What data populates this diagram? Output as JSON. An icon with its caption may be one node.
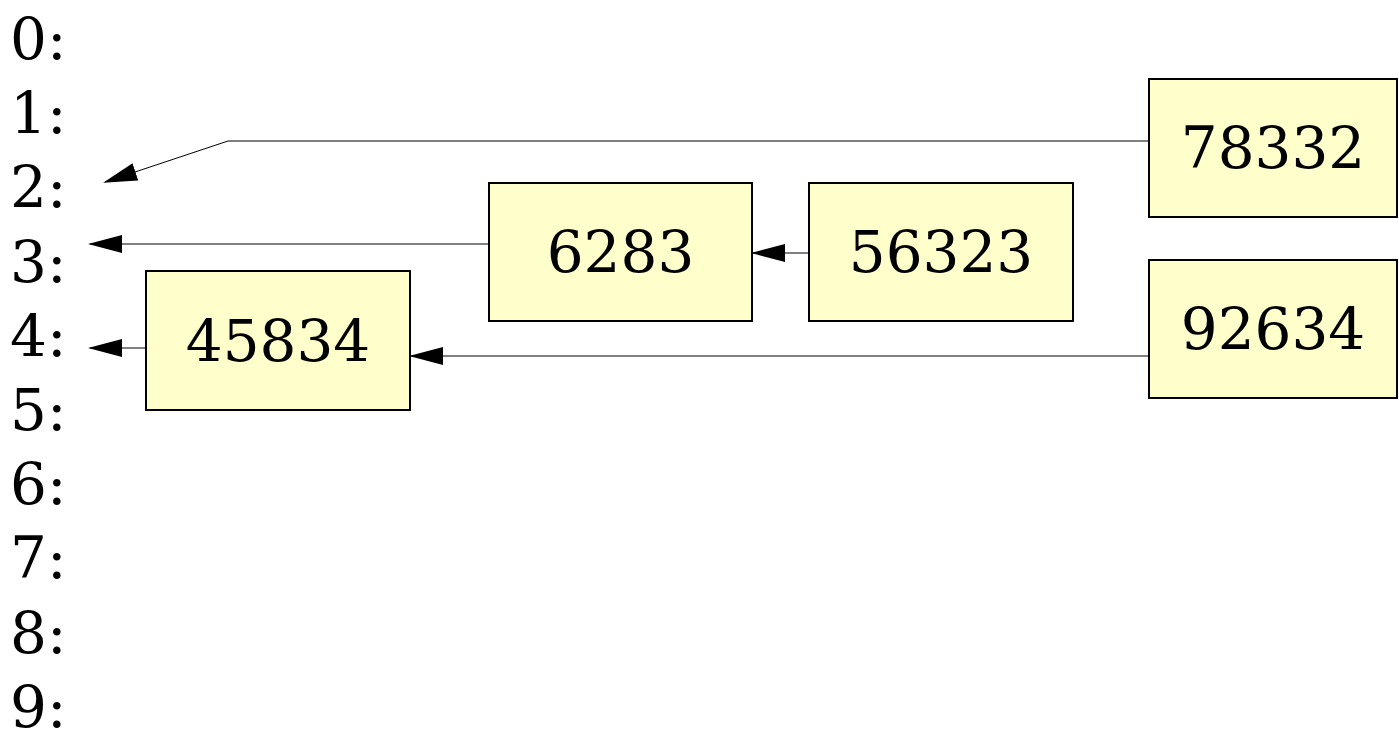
{
  "diagram": {
    "nodes": [
      {
        "text": [
          "2:"
        ]
      },
      {
        "text": [
          "3:"
        ]
      },
      {
        "text": [
          "4:"
        ]
      },
      {
        "text": [
          "78332"
        ]
      },
      {
        "text": [
          "6283"
        ]
      },
      {
        "text": [
          "56323"
        ]
      },
      {
        "text": [
          "45834"
        ]
      },
      {
        "text": [
          "92634"
        ]
      }
    ],
    "edges": [
      {
        "from": 3,
        "to": 0,
        "arrow": "to"
      },
      {
        "from": 4,
        "to": 1,
        "arrow": "to"
      },
      {
        "from": 5,
        "to": 4,
        "arrow": "to"
      },
      {
        "from": 6,
        "to": 2,
        "arrow": "to"
      },
      {
        "from": 7,
        "to": 6,
        "arrow": "to"
      }
    ],
    "labels": [
      "0:",
      "1:",
      "5:",
      "6:",
      "7:",
      "8:",
      "9:"
    ]
  }
}
